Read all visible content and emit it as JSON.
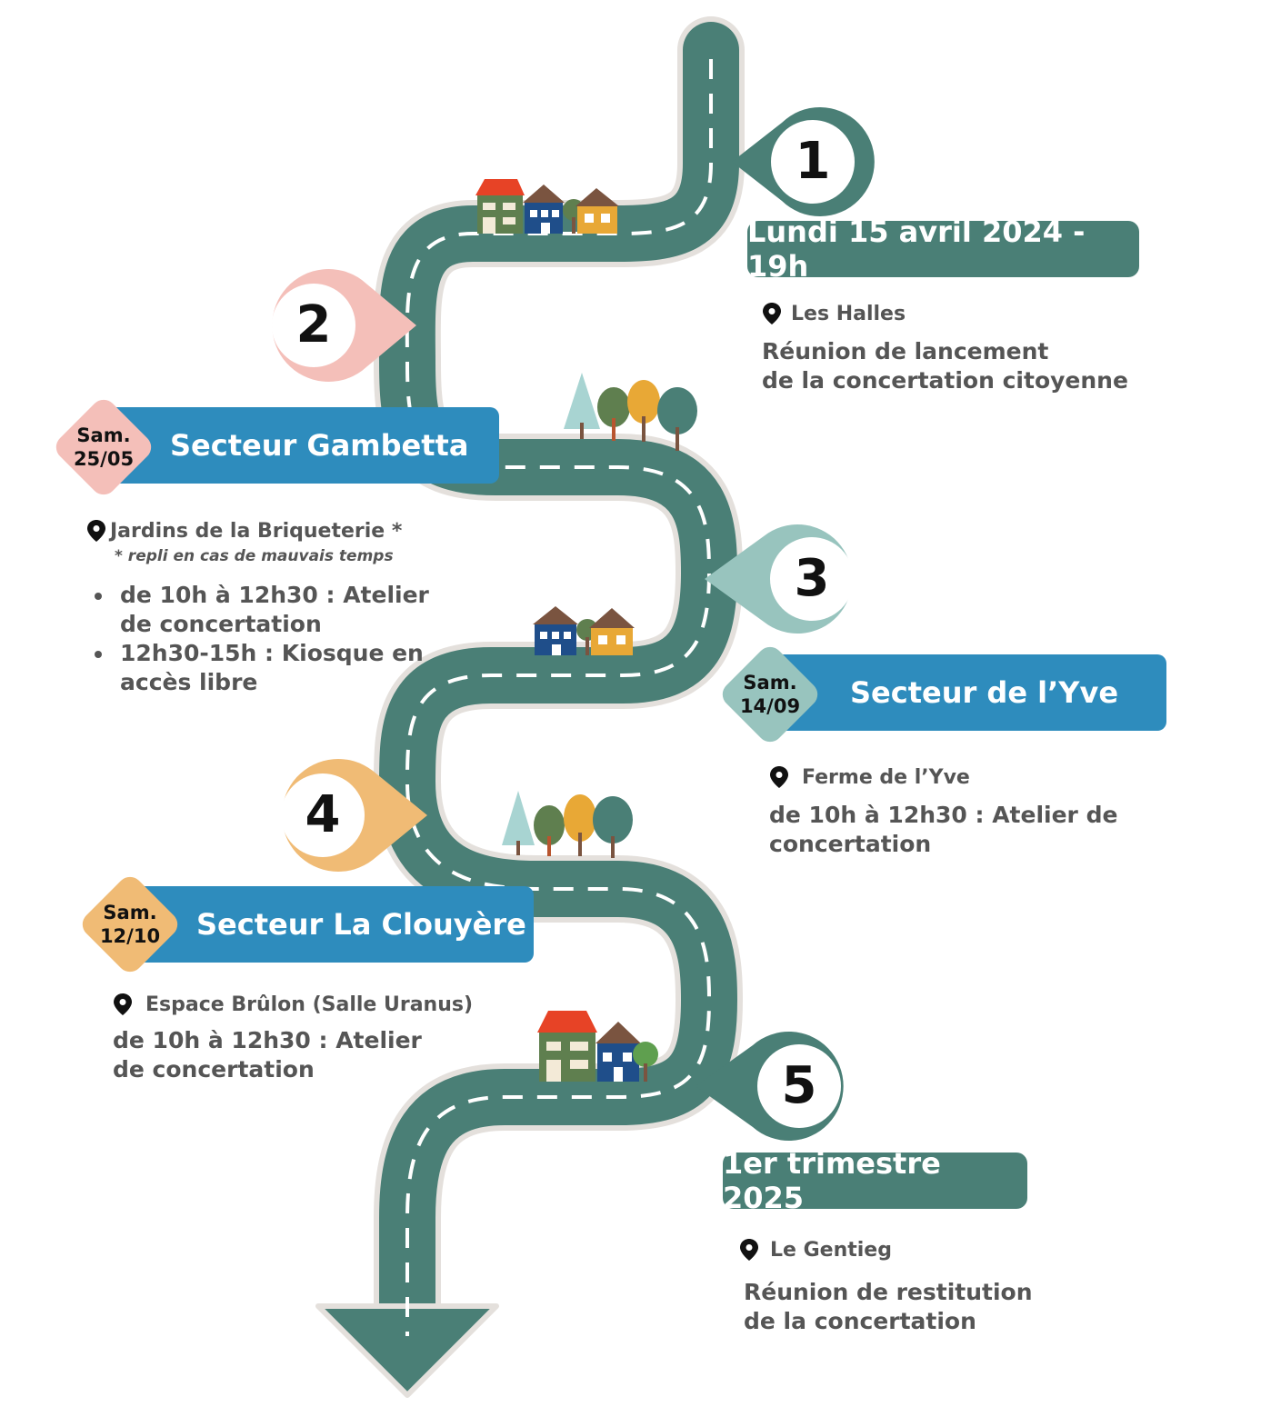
{
  "colors": {
    "road": "#4a7f76",
    "road_edge": "#e4e0dc",
    "teal_box": "#4a7f76",
    "blue_box": "#2e8cbd",
    "pin1": "#4a7f76",
    "pin2": "#f4bfb9",
    "pin3": "#98c4be",
    "pin4": "#f0bb75",
    "pin5": "#4a7f76"
  },
  "step1": {
    "number": "1",
    "date": "Lundi 15 avril 2024 - 19h",
    "place": "Les Halles",
    "desc_line1": "Réunion de lancement",
    "desc_line2": "de la concertation citoyenne"
  },
  "step2": {
    "number": "2",
    "day": "Sam.",
    "date": "25/05",
    "title": "Secteur Gambetta",
    "place": "Jardins de la Briqueterie *",
    "note": "* repli en cas de mauvais temps",
    "bullets": [
      {
        "line1": "de 10h à 12h30 : Atelier",
        "line2": "de concertation"
      },
      {
        "line1": "12h30-15h : Kiosque en",
        "line2": "accès libre"
      }
    ]
  },
  "step3": {
    "number": "3",
    "day": "Sam.",
    "date": "14/09",
    "title": "Secteur de l’Yve",
    "place": "Ferme de l’Yve",
    "desc_line1": "de 10h à 12h30 : Atelier de",
    "desc_line2": "concertation"
  },
  "step4": {
    "number": "4",
    "day": "Sam.",
    "date": "12/10",
    "title": "Secteur La Clouyère",
    "place": "Espace Brûlon (Salle Uranus)",
    "desc_line1": "de 10h à 12h30 : Atelier",
    "desc_line2": "de concertation"
  },
  "step5": {
    "number": "5",
    "date": "1er trimestre 2025",
    "place": "Le Gentieg",
    "desc_line1": "Réunion de restitution",
    "desc_line2": "de la concertation"
  },
  "icons": [
    "location-pin-icon",
    "house-icon",
    "tree-icon",
    "road-arrow-icon"
  ]
}
